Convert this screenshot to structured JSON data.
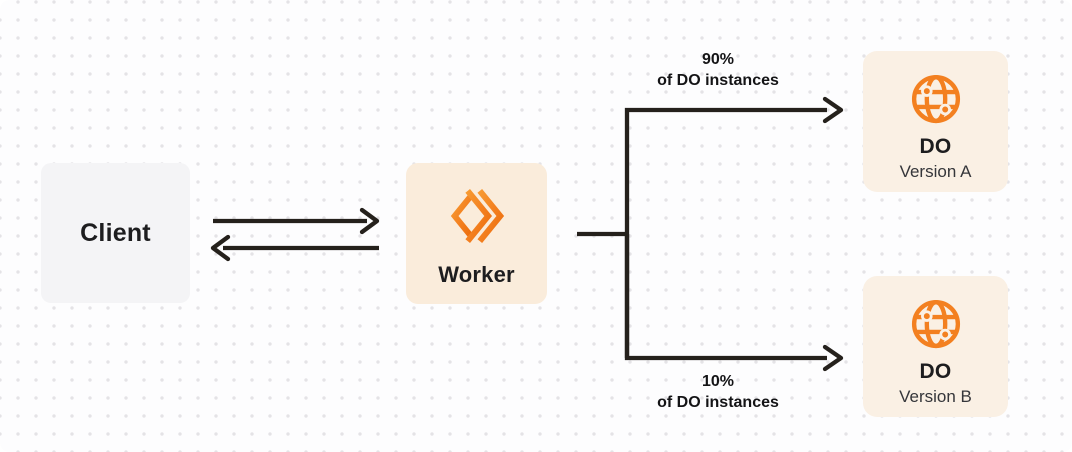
{
  "nodes": {
    "client": {
      "label": "Client"
    },
    "worker": {
      "label": "Worker"
    },
    "do_version_a": {
      "title": "DO",
      "subtitle": "Version A"
    },
    "do_version_b": {
      "title": "DO",
      "subtitle": "Version B"
    }
  },
  "edges": {
    "client_worker": {
      "direction": "bidirectional"
    },
    "branch_a": {
      "percent": "90%",
      "caption": "of DO instances"
    },
    "branch_b": {
      "percent": "10%",
      "caption": "of DO instances"
    }
  },
  "icons": {
    "worker": "workers-logo-icon",
    "durable_object": "globe-icon"
  },
  "colors": {
    "background": "#FDFDFE",
    "dot": "#E4E3E6",
    "client-box": "#F4F4F6",
    "worker-box": "#FAECDB",
    "do-box": "#FAF0E4",
    "orange": "#F38020",
    "orange-deep": "#ED6F0E",
    "line": "#25211C",
    "text-dark": "#1D1D1F",
    "text-subtle": "#35363A"
  }
}
